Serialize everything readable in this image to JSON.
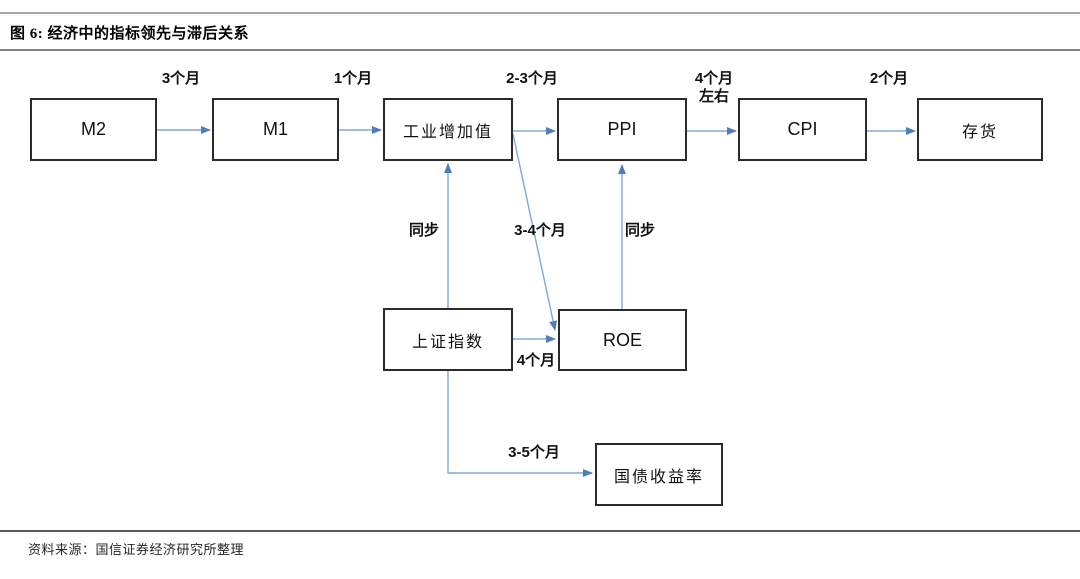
{
  "header": {
    "title": "图 6:  经济中的指标领先与滞后关系"
  },
  "footer": {
    "source": "资料来源：国信证券经济研究所整理"
  },
  "diagram": {
    "nodes": [
      {
        "id": "m2",
        "label": "M2"
      },
      {
        "id": "m1",
        "label": "M1"
      },
      {
        "id": "industrial-added-value",
        "label": "工业增加值"
      },
      {
        "id": "ppi",
        "label": "PPI"
      },
      {
        "id": "cpi",
        "label": "CPI"
      },
      {
        "id": "inventory",
        "label": "存货"
      },
      {
        "id": "sse-index",
        "label": "上证指数"
      },
      {
        "id": "roe",
        "label": "ROE"
      },
      {
        "id": "treasury-yield",
        "label": "国债收益率"
      }
    ],
    "edges": [
      {
        "from": "M2",
        "to": "M1",
        "label": "3个月"
      },
      {
        "from": "M1",
        "to": "工业增加值",
        "label": "1个月"
      },
      {
        "from": "工业增加值",
        "to": "PPI",
        "label": "2-3个月"
      },
      {
        "from": "PPI",
        "to": "CPI",
        "label": "4个月",
        "sublabel": "左右"
      },
      {
        "from": "CPI",
        "to": "存货",
        "label": "2个月"
      },
      {
        "from": "上证指数",
        "to": "工业增加值",
        "label": "同步"
      },
      {
        "from": "工业增加值",
        "to": "ROE",
        "label": "3-4个月"
      },
      {
        "from": "ROE",
        "to": "PPI",
        "label": "同步"
      },
      {
        "from": "上证指数",
        "to": "ROE",
        "label": "4个月"
      },
      {
        "from": "上证指数",
        "to": "国债收益率",
        "label": "3-5个月"
      }
    ],
    "colors": {
      "arrow_line": "#7FA8DC",
      "arrow_head": "#4E7DBA",
      "box_border": "#2B2B2B"
    }
  }
}
